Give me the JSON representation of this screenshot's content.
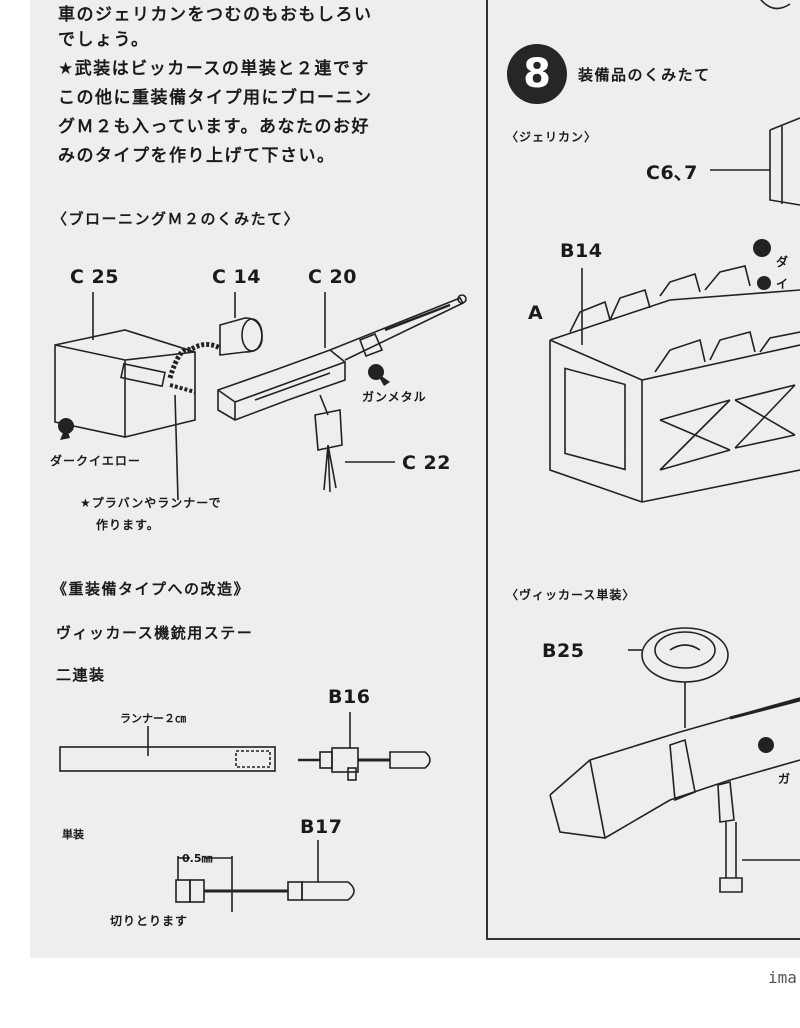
{
  "left_column": {
    "paragraph_lines": [
      "車のジェリカンをつむのもおもしろい",
      "でしょう。",
      "★武装はビッカースの単装と２連です",
      "この他に重装備タイプ用にブローニン",
      "グＭ２も入っています。あなたのお好",
      "みのタイプを作り上げて下さい。"
    ],
    "browning_heading": "〈ブローニングＭ２のくみたて〉",
    "part_labels": {
      "c25": "C 25",
      "c14": "C 14",
      "c20": "C 20",
      "c22": "C 22"
    },
    "gunmetal": "ガンメタル",
    "dark_yellow": "ダークイエロー",
    "plaban_note_line1": "★プラバンやランナーで",
    "plaban_note_line2": "作ります。",
    "mod_heading": "《重装備タイプへの改造》",
    "vickers_stay": "ヴィッカース機銃用ステー",
    "twin_mount": "二連装",
    "runner_label": "ランナー２㎝",
    "b16": "B16",
    "single_mount": "単装",
    "b17": "B17",
    "half_mm": "0.5㎜",
    "cut_off": "切りとります"
  },
  "right_column": {
    "step_number": "8",
    "step_title": "装備品のくみたて",
    "jerrycan_heading": "〈ジェリカン〉",
    "c67": "C6､7",
    "b14": "B14",
    "a_label": "A",
    "vickers_single_heading": "〈ヴィッカース単装〉",
    "b25": "B25",
    "cut_char1": "ダ",
    "cut_char2": "イ",
    "cut_char3": "ガ"
  },
  "footer": {
    "text": "ima"
  },
  "colors": {
    "paper": "#eeeeec",
    "ink": "#1a1a1a"
  }
}
